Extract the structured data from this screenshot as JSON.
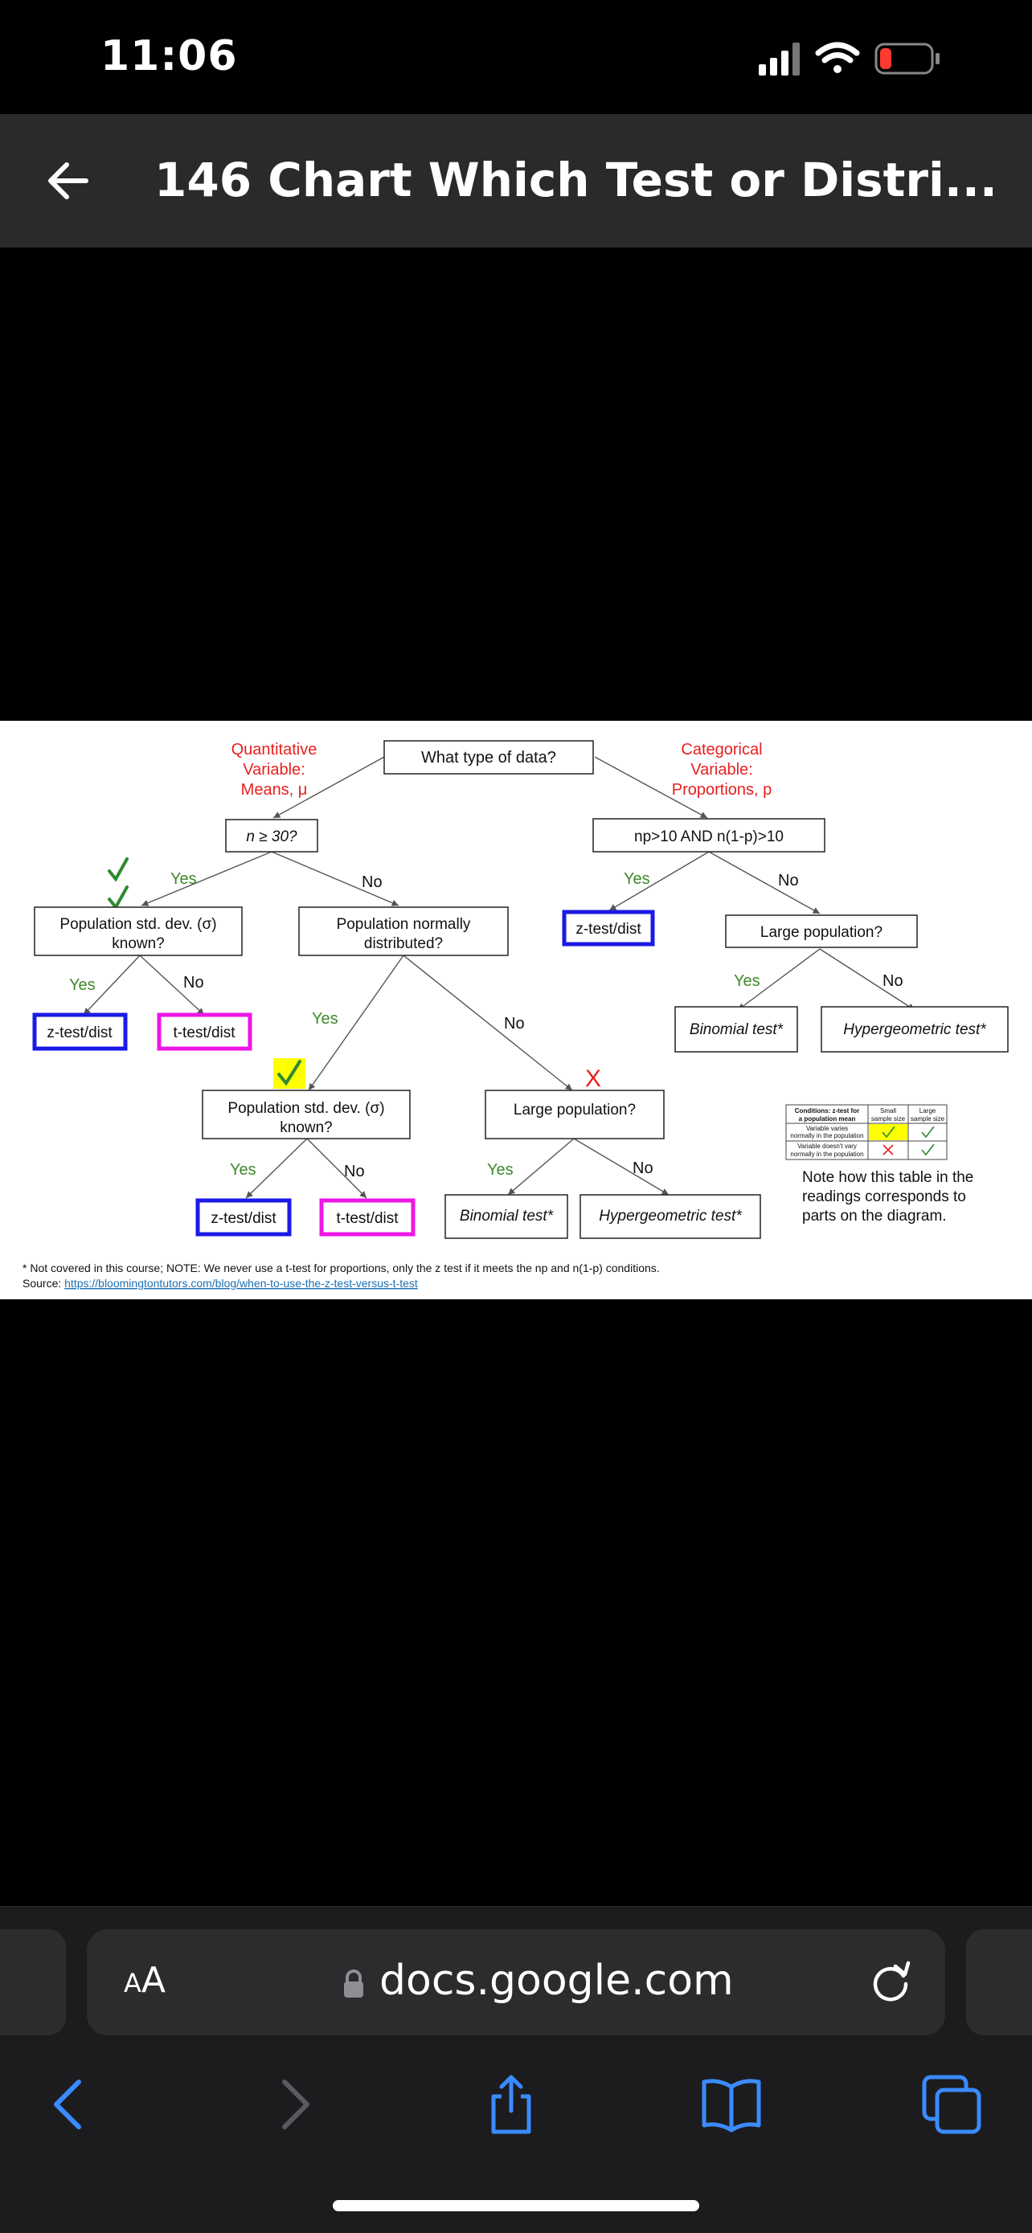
{
  "status": {
    "time": "11:06"
  },
  "header": {
    "title": "146 Chart Which Test or Distri..."
  },
  "chart": {
    "root": "What type of data?",
    "quant_label_1": "Quantitative",
    "quant_label_2": "Variable:",
    "quant_label_3": "Means, μ",
    "cat_label_1": "Categorical",
    "cat_label_2": "Variable:",
    "cat_label_3": "Proportions, p",
    "n30": "n ≥ 30?",
    "npcond": "np>10 AND n(1-p)>10",
    "pop_known_1": "Population std. dev. (σ)",
    "pop_known_2": "known?",
    "pop_normal_1": "Population normally",
    "pop_normal_2": "distributed?",
    "large_pop": "Large population?",
    "ztest": "z-test/dist",
    "ttest": "t-test/dist",
    "binomial": "Binomial test*",
    "hypergeo": "Hypergeometric test*",
    "yes": "Yes",
    "no": "No",
    "x_mark": "X",
    "note_1": "Note how this table in the",
    "note_2": "readings corresponds to",
    "note_3": "parts on the diagram.",
    "footnote": "* Not covered in this course; NOTE: We never use a t-test for proportions, only the z test if it meets the np and n(1-p) conditions.",
    "source_label": "Source: ",
    "source_link": "https://bloomingtontutors.com/blog/when-to-use-the-z-test-versus-t-test",
    "table": {
      "h1": "Conditions: z-test for",
      "h2": "a population mean",
      "c1a": "Small",
      "c1b": "sample size",
      "c2a": "Large",
      "c2b": "sample size",
      "r1a": "Variable varies",
      "r1b": "normally in the population",
      "r2a": "Variable doesn't vary",
      "r2b": "normally in the population"
    }
  },
  "browser": {
    "aa_big": "A",
    "aa_small": "A",
    "url": "docs.google.com"
  }
}
